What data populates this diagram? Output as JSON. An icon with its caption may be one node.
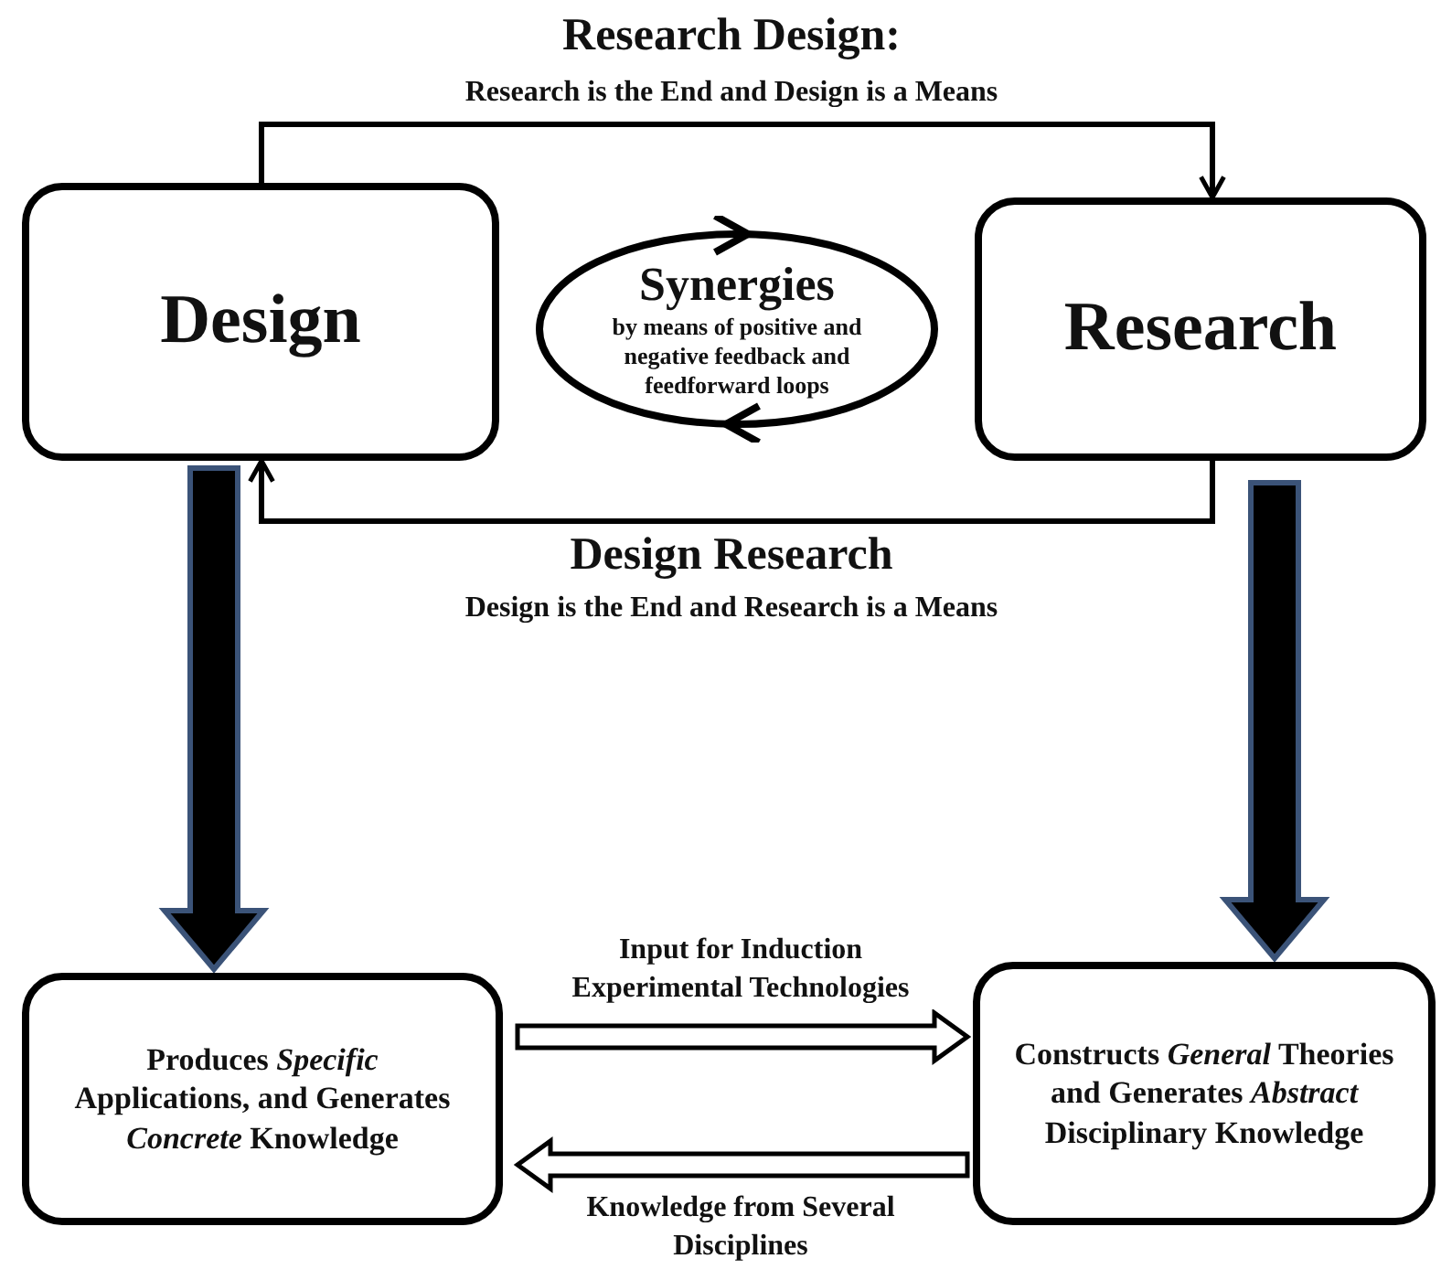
{
  "diagram": {
    "nodes": [
      {
        "text": [
          "Design"
        ]
      },
      {
        "text": [
          "Research"
        ]
      },
      {
        "text": [
          "Synergies",
          "by means of positive and negative feedback and feedforward loops"
        ]
      },
      {
        "text": [
          "Produces *Specific* Applications, and Generates *Concrete* Knowledge"
        ]
      },
      {
        "text": [
          "Constructs *General* Theories and Generates *Abstract* Disciplinary Knowledge"
        ]
      }
    ],
    "edges": [
      {
        "from": 0,
        "to": 1,
        "arrow": "to",
        "label": "Research Design:"
      },
      {
        "from": 1,
        "to": 0,
        "arrow": "to",
        "label": "Design Research"
      },
      {
        "from": 0,
        "to": 3,
        "arrow": "to",
        "style": "thick",
        "color": "#000000"
      },
      {
        "from": 1,
        "to": 4,
        "arrow": "to",
        "style": "thick",
        "color": "#000000"
      },
      {
        "from": 3,
        "to": 4,
        "arrow": "to",
        "style": "thick",
        "label": "Input for Induction Experimental Technologies"
      },
      {
        "from": 4,
        "to": 3,
        "arrow": "to",
        "style": "thick",
        "label": "Knowledge from Several Disciplines"
      }
    ],
    "labels": [
      "Research is the End and Design is a Means",
      "Design is the End and Research is a Means"
    ]
  }
}
